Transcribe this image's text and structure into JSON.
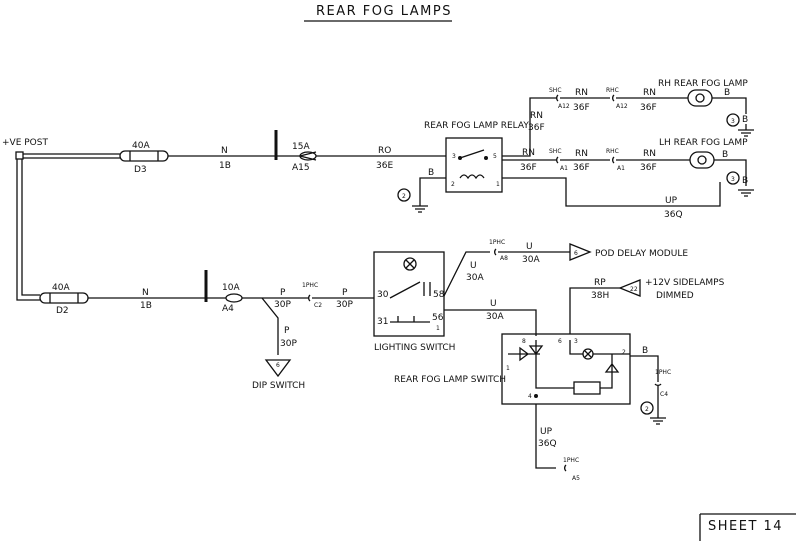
{
  "title": "REAR FOG LAMPS",
  "sheet": "SHEET 14",
  "labels": {
    "ve_post": "+VE POST",
    "fuse1_rating": "40A",
    "fuse1_id": "D3",
    "fuse2_rating": "40A",
    "fuse2_id": "D2",
    "wire_n1": "N",
    "wire_1b1": "1B",
    "wire_n2": "N",
    "wire_1b2": "1B",
    "fuse15_rating": "15A",
    "fuse15_id": "A15",
    "fuse10_rating": "10A",
    "fuse10_id": "A4",
    "ro": "RO",
    "w36e": "36E",
    "relay": "REAR FOG LAMP RELAY",
    "relay_b": "B",
    "rn_a": "RN",
    "f36_a": "36F",
    "rn_b": "RN",
    "f36_b": "36F",
    "rn_c": "RN",
    "f36_c": "36F",
    "rn_d": "RN",
    "f36_d": "36F",
    "rn_e": "RN",
    "f36_e": "36F",
    "rn_f": "RN",
    "f36_f": "36F",
    "rh_lamp": "RH REAR FOG LAMP",
    "lh_lamp": "LH REAR FOG LAMP",
    "b_rh": "B",
    "b_rh2": "B",
    "b_lh": "B",
    "b_lh2": "B",
    "up_a": "UP",
    "q36_a": "36Q",
    "up_b": "UP",
    "q36_b": "36Q",
    "p_a": "P",
    "p30_a": "30P",
    "p_b": "P",
    "p30_b": "30P",
    "p_c": "P",
    "p30_c": "30P",
    "dip": "DIP SWITCH",
    "lighting_switch": "LIGHTING SWITCH",
    "u_a": "U",
    "u30a_a": "30A",
    "u_b": "U",
    "u30a_b": "30A",
    "u_c": "U",
    "u30a_c": "30A",
    "pod": "POD DELAY MODULE",
    "rp": "RP",
    "h38": "38H",
    "sidelamps1": "+12V SIDELAMPS",
    "sidelamps2": "DIMMED",
    "fog_switch": "REAR FOG LAMP SWITCH",
    "b_sw": "B",
    "conn_shc": "SHC",
    "conn_a12": "A12",
    "conn_rhc": "RHC",
    "conn_a12b": "A12",
    "conn_shc2": "SHC",
    "conn_a1": "A1",
    "conn_rhc2": "RHC",
    "conn_a1b": "A1",
    "conn_1phc": "1PHC",
    "conn_c2": "C2",
    "conn_1phc2": "1PHC",
    "conn_a8": "A8",
    "conn_1phc3": "1PHC",
    "conn_c4": "C4",
    "conn_1phc4": "1PHC",
    "conn_a5": "A5",
    "pin30": "30",
    "pin31": "31",
    "pin58": "58",
    "pin56": "56",
    "pin1": "1",
    "relay_pin3": "3",
    "relay_pin5": "5",
    "relay_pin2": "2",
    "relay_pin1": "1",
    "sw_pin8": "8",
    "sw_pin6": "6",
    "sw_pin3": "3",
    "sw_pin2": "2",
    "sw_pin1": "1",
    "sw_pin4": "4",
    "earth2a": "2",
    "earth2b": "2",
    "earth3a": "3",
    "earth3b": "3",
    "node6a": "6",
    "node6b": "6",
    "node22": "22"
  }
}
